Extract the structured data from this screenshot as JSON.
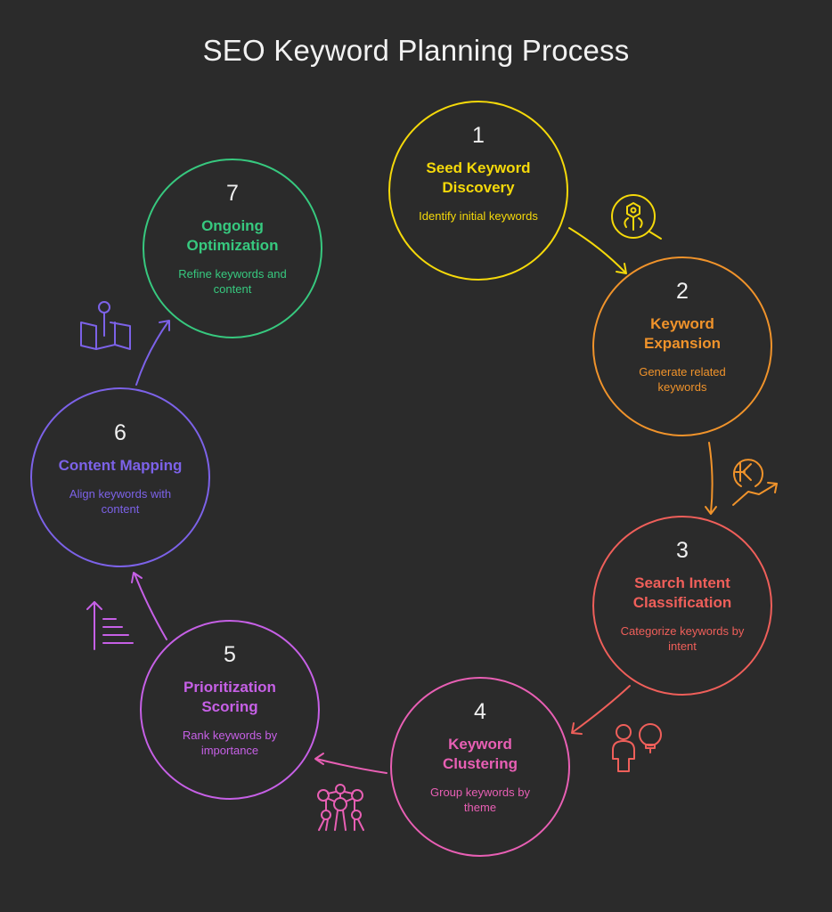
{
  "title": "SEO Keyword Planning Process",
  "colors": {
    "background": "#2b2b2b",
    "step1": "#f5d90a",
    "step2": "#f0932b",
    "step3": "#ef5f5a",
    "step4": "#e85fb4",
    "step5": "#c660e6",
    "step6": "#7c62e8",
    "step7": "#37c97f"
  },
  "steps": [
    {
      "number": "1",
      "heading": "Seed Keyword Discovery",
      "description": "Identify initial keywords",
      "icon": "search-robot-icon"
    },
    {
      "number": "2",
      "heading": "Keyword Expansion",
      "description": "Generate related keywords",
      "icon": "coin-growth-icon"
    },
    {
      "number": "3",
      "heading": "Search Intent Classification",
      "description": "Categorize keywords by intent",
      "icon": "person-idea-icon"
    },
    {
      "number": "4",
      "heading": "Keyword Clustering",
      "description": "Group keywords by theme",
      "icon": "cluster-network-icon"
    },
    {
      "number": "5",
      "heading": "Prioritization Scoring",
      "description": "Rank keywords by importance",
      "icon": "sort-ascending-icon"
    },
    {
      "number": "6",
      "heading": "Content Mapping",
      "description": "Align keywords with content",
      "icon": "map-pin-icon"
    },
    {
      "number": "7",
      "heading": "Ongoing Optimization",
      "description": "Refine keywords and content",
      "icon": "none"
    }
  ]
}
